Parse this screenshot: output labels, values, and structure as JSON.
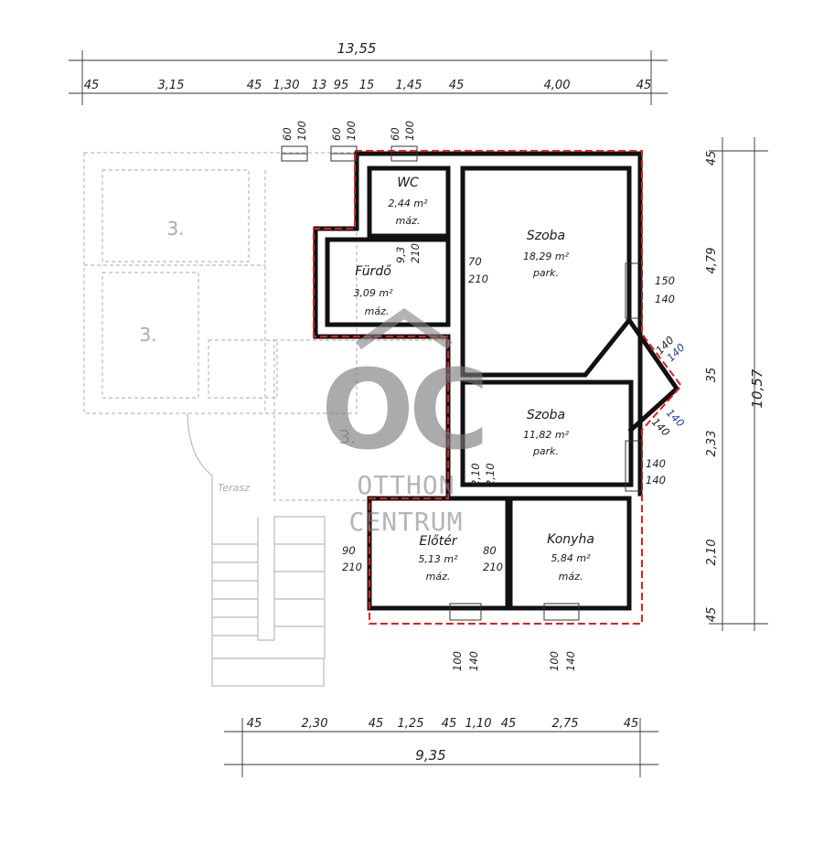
{
  "top_dims": {
    "total": "13,55",
    "segments": [
      "45",
      "3,15",
      "45",
      "1,30",
      "13",
      "95",
      "15",
      "1,45",
      "45",
      "4,00",
      "45"
    ]
  },
  "bottom_dims": {
    "total": "9,35",
    "segments": [
      "45",
      "2,30",
      "45",
      "1,25",
      "45",
      "1,10",
      "45",
      "2,75",
      "45"
    ]
  },
  "right_dims": {
    "total": "10,57",
    "segments": [
      "45",
      "4,79",
      "35",
      "2,33",
      "2,10",
      "45"
    ]
  },
  "rooms": [
    {
      "name": "WC",
      "area": "2,44 m²",
      "floor": "máz."
    },
    {
      "name": "Szoba",
      "area": "18,29 m²",
      "floor": "park."
    },
    {
      "name": "Fürdő",
      "area": "3,09 m²",
      "floor": "máz."
    },
    {
      "name": "Szoba",
      "area": "11,82 m²",
      "floor": "park."
    },
    {
      "name": "Előtér",
      "area": "5,13 m²",
      "floor": "máz."
    },
    {
      "name": "Konyha",
      "area": "5,84 m²",
      "floor": "máz."
    }
  ],
  "window_labels": {
    "top1": [
      "60",
      "100"
    ],
    "top2": [
      "60",
      "100"
    ],
    "top3": [
      "60",
      "100"
    ],
    "bottom1": [
      "100",
      "140"
    ],
    "bottom2": [
      "100",
      "140"
    ],
    "szoba1_right": [
      "150",
      "140"
    ],
    "szoba2_right": [
      "140",
      "140"
    ],
    "bay_top": "140",
    "bay_bottom": "140"
  },
  "door_labels": {
    "furdo": [
      "9,3",
      "210"
    ],
    "szoba1": [
      "70",
      "210"
    ],
    "szoba2": [
      "2,10",
      "2,10"
    ],
    "eloter_entry": [
      "90",
      "210"
    ],
    "konyha": [
      "80",
      "210"
    ]
  },
  "handwritten": {
    "a": "140",
    "b": "140"
  },
  "neighbor_labels": [
    "3.",
    "3.",
    "3."
  ],
  "terrace_label": "Terasz",
  "watermark": {
    "letters": "OC",
    "line1": "OTTHON",
    "line2": "CENTRUM"
  }
}
